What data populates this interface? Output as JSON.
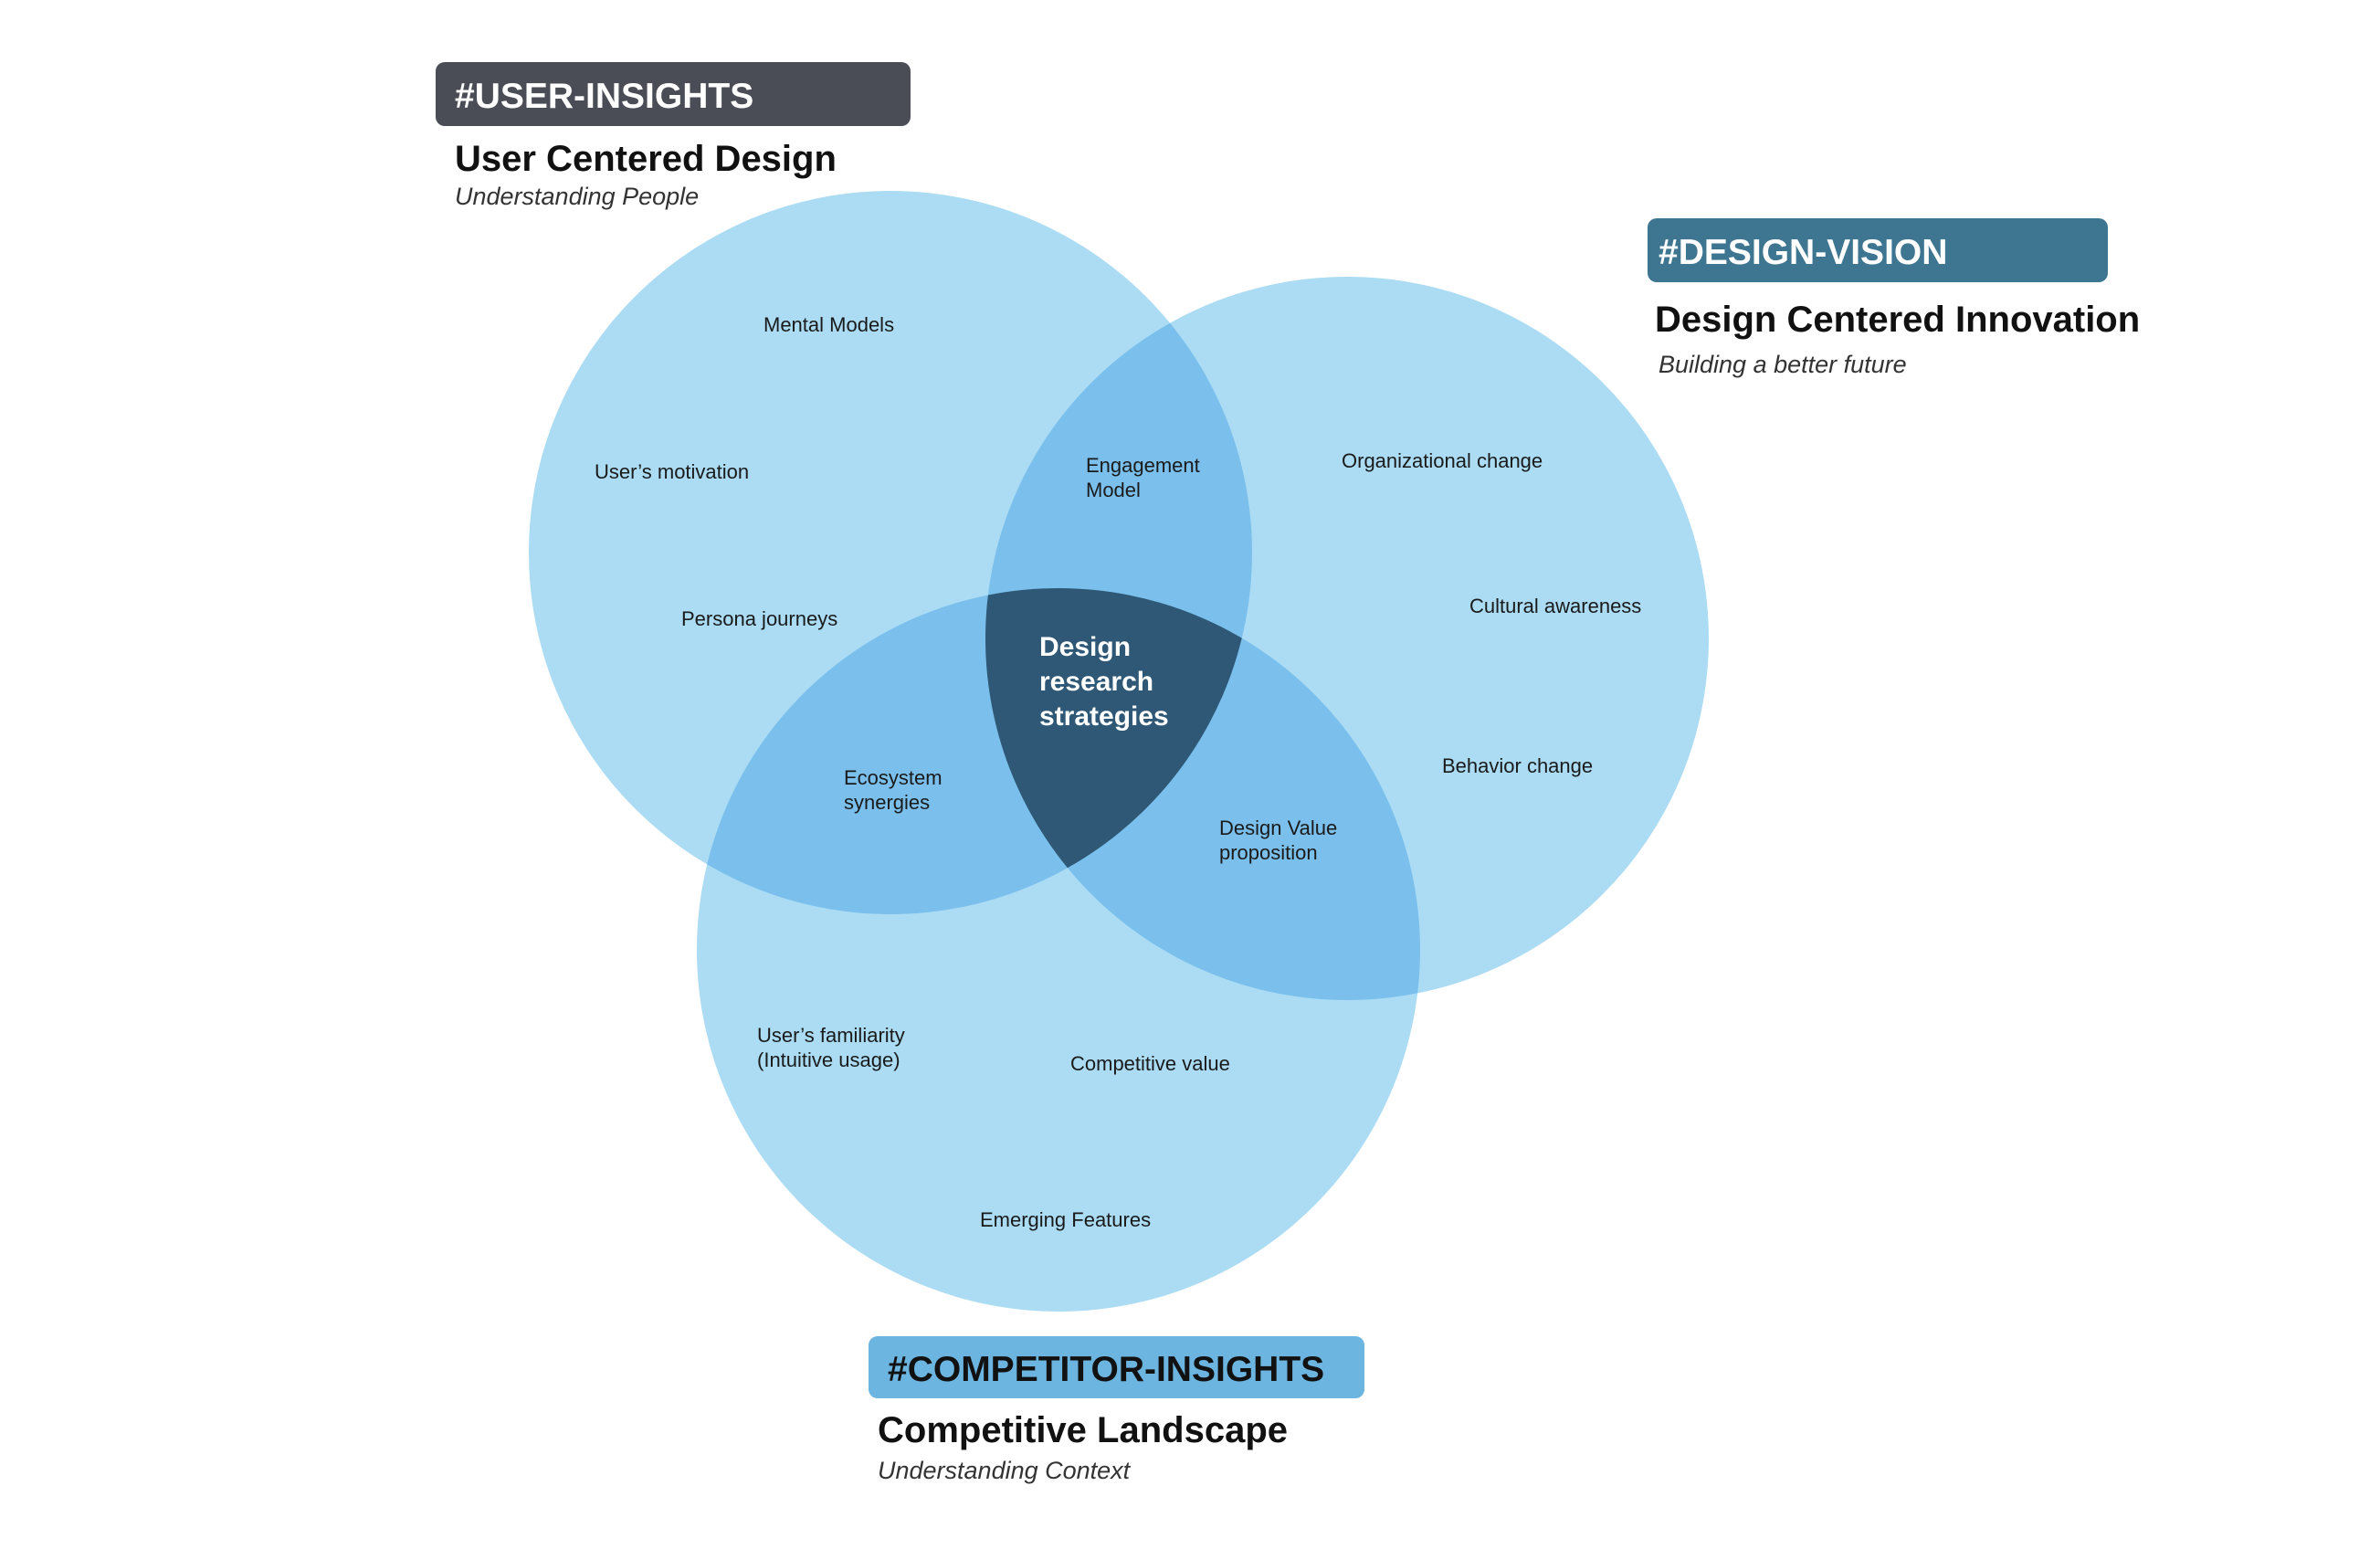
{
  "colors": {
    "circle_fill": "#abdcf4",
    "pair_overlap_fill": "#7bc0ec",
    "triple_overlap_fill": "#2e5876",
    "tag_user": "#4a4c56",
    "tag_design": "#3e7692",
    "tag_competitor": "#6bb5e0"
  },
  "user_insights": {
    "tag": "#USER-INSIGHTS",
    "heading": "User Centered Design",
    "subtitle": "Understanding People",
    "items": [
      "Mental Models",
      "User’s motivation",
      "Persona journeys"
    ]
  },
  "design_vision": {
    "tag": "#DESIGN-VISION",
    "heading": "Design Centered Innovation",
    "subtitle": "Building a better future",
    "items": [
      "Organizational change",
      "Cultural awareness",
      "Behavior change"
    ]
  },
  "competitor_insights": {
    "tag": "#COMPETITOR-INSIGHTS",
    "heading": "Competitive Landscape",
    "subtitle": "Understanding Context",
    "items": [
      {
        "line1": "User’s familiarity",
        "line2": "(Intuitive usage)"
      },
      {
        "line1": "Competitive value"
      },
      {
        "line1": "Emerging Features"
      }
    ]
  },
  "overlaps": {
    "user_design": {
      "line1": "Engagement",
      "line2": "Model"
    },
    "user_competitor": {
      "line1": "Ecosystem",
      "line2": "synergies"
    },
    "design_competitor": {
      "line1": "Design Value",
      "line2": "proposition"
    }
  },
  "center": {
    "line1": "Design",
    "line2": "research",
    "line3": "strategies"
  }
}
